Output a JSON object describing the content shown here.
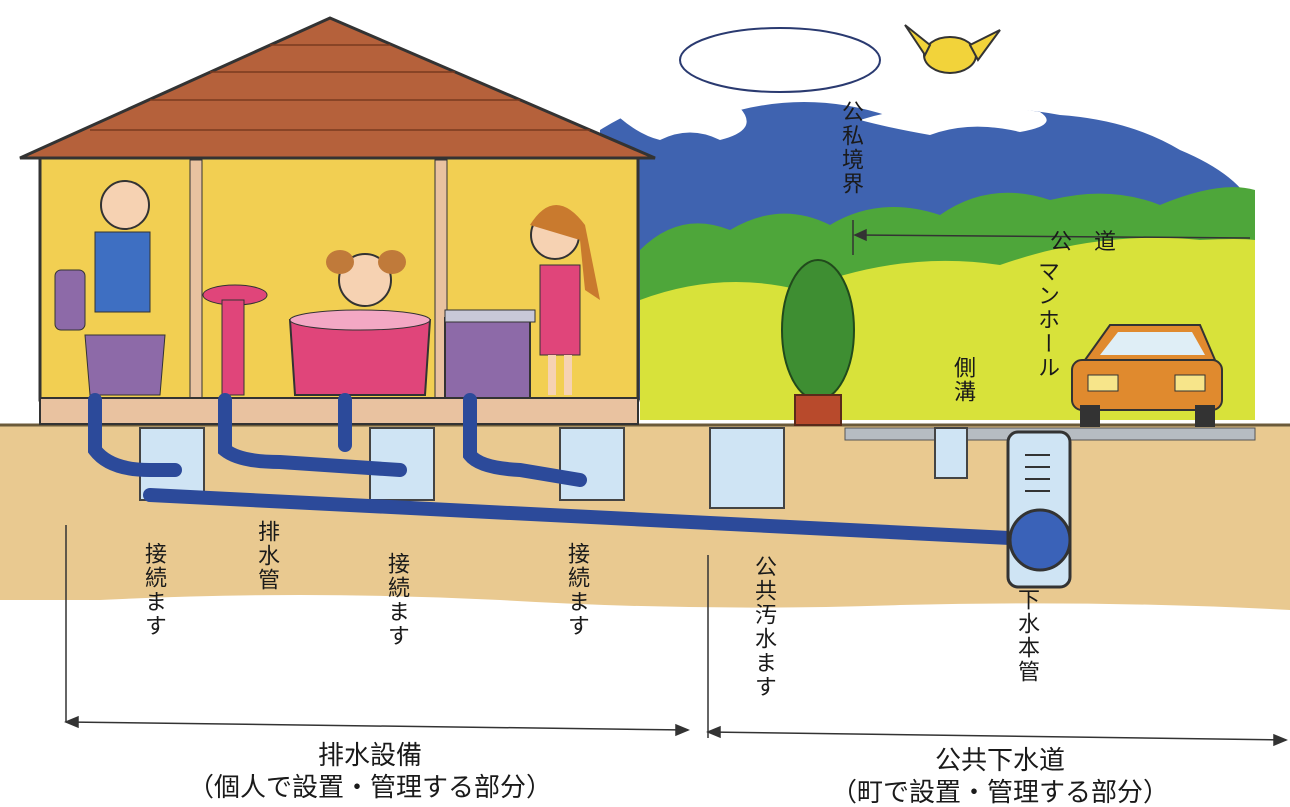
{
  "labels": {
    "boundary": "公私境界",
    "road": "公　道",
    "manhole": "マンホール",
    "side_ditch": "側溝",
    "connection_box_1": "接続ます",
    "drain_pipe": "排水管",
    "connection_box_2": "接続ます",
    "connection_box_3": "接続ます",
    "public_sewage_box": "公共汚水ます",
    "main_sewer": "下水本管"
  },
  "captions": {
    "private": {
      "title": "排水設備",
      "subtitle": "（個人で設置・管理する部分）"
    },
    "public": {
      "title": "公共下水道",
      "subtitle": "（町で設置・管理する部分）"
    }
  },
  "colors": {
    "sky_mountain": "#3f63b0",
    "forest": "#4ea63a",
    "field": "#d8e23a",
    "soil": "#e9c990",
    "pipe": "#2c4a9a",
    "water": "#8fc4e8",
    "roof": "#b5613b",
    "wall": "#f2cf52",
    "car": "#e08a2e"
  }
}
